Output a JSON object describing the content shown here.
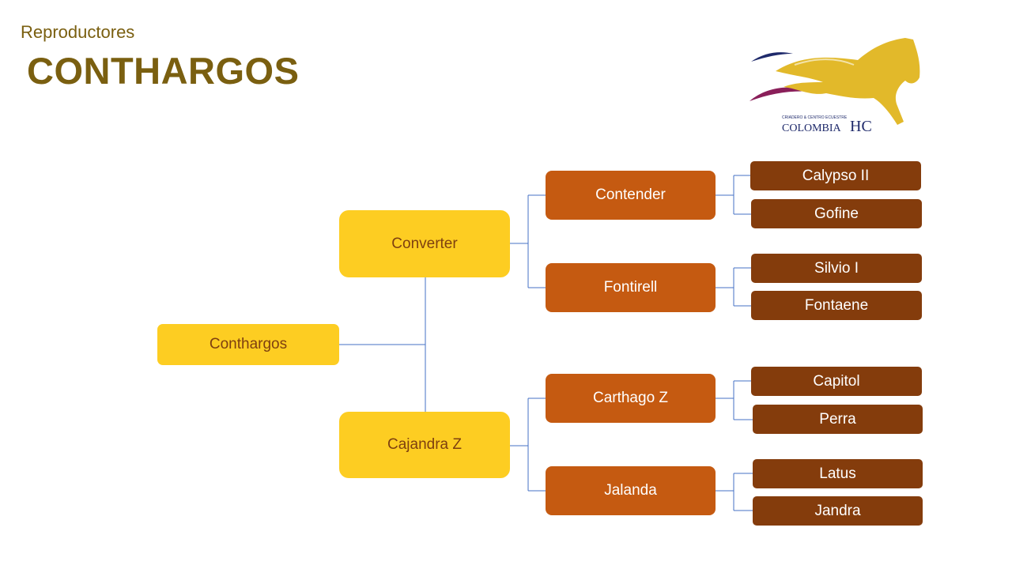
{
  "header": {
    "subtitle": "Reproductores",
    "title": "CONTHARGOS"
  },
  "logo": {
    "tagline": "CRIADERO & CENTRO ECUESTRE",
    "country": "COLOMBIA",
    "monogram": "HC",
    "colors": {
      "gold": "#e2b92a",
      "navy": "#1f2a6b",
      "purple": "#8a1f5a"
    }
  },
  "pedigree": {
    "root": "Conthargos",
    "sire": "Converter",
    "dam": "Cajandra Z",
    "sire_sire": "Contender",
    "sire_dam": "Fontirell",
    "dam_sire": "Carthago Z",
    "dam_dam": "Jalanda",
    "sire_sire_sire": "Calypso II",
    "sire_sire_dam": "Gofine",
    "sire_dam_sire": "Silvio I",
    "sire_dam_dam": "Fontaene",
    "dam_sire_sire": "Capitol",
    "dam_sire_dam": "Perra",
    "dam_dam_sire": "Latus",
    "dam_dam_dam": "Jandra"
  },
  "colors": {
    "generation1": "#fdcd22",
    "generation2": "#fdcd22",
    "generation3": "#c55a11",
    "generation4": "#843c0c",
    "connector": "#4472c4",
    "title": "#7a5f10"
  }
}
